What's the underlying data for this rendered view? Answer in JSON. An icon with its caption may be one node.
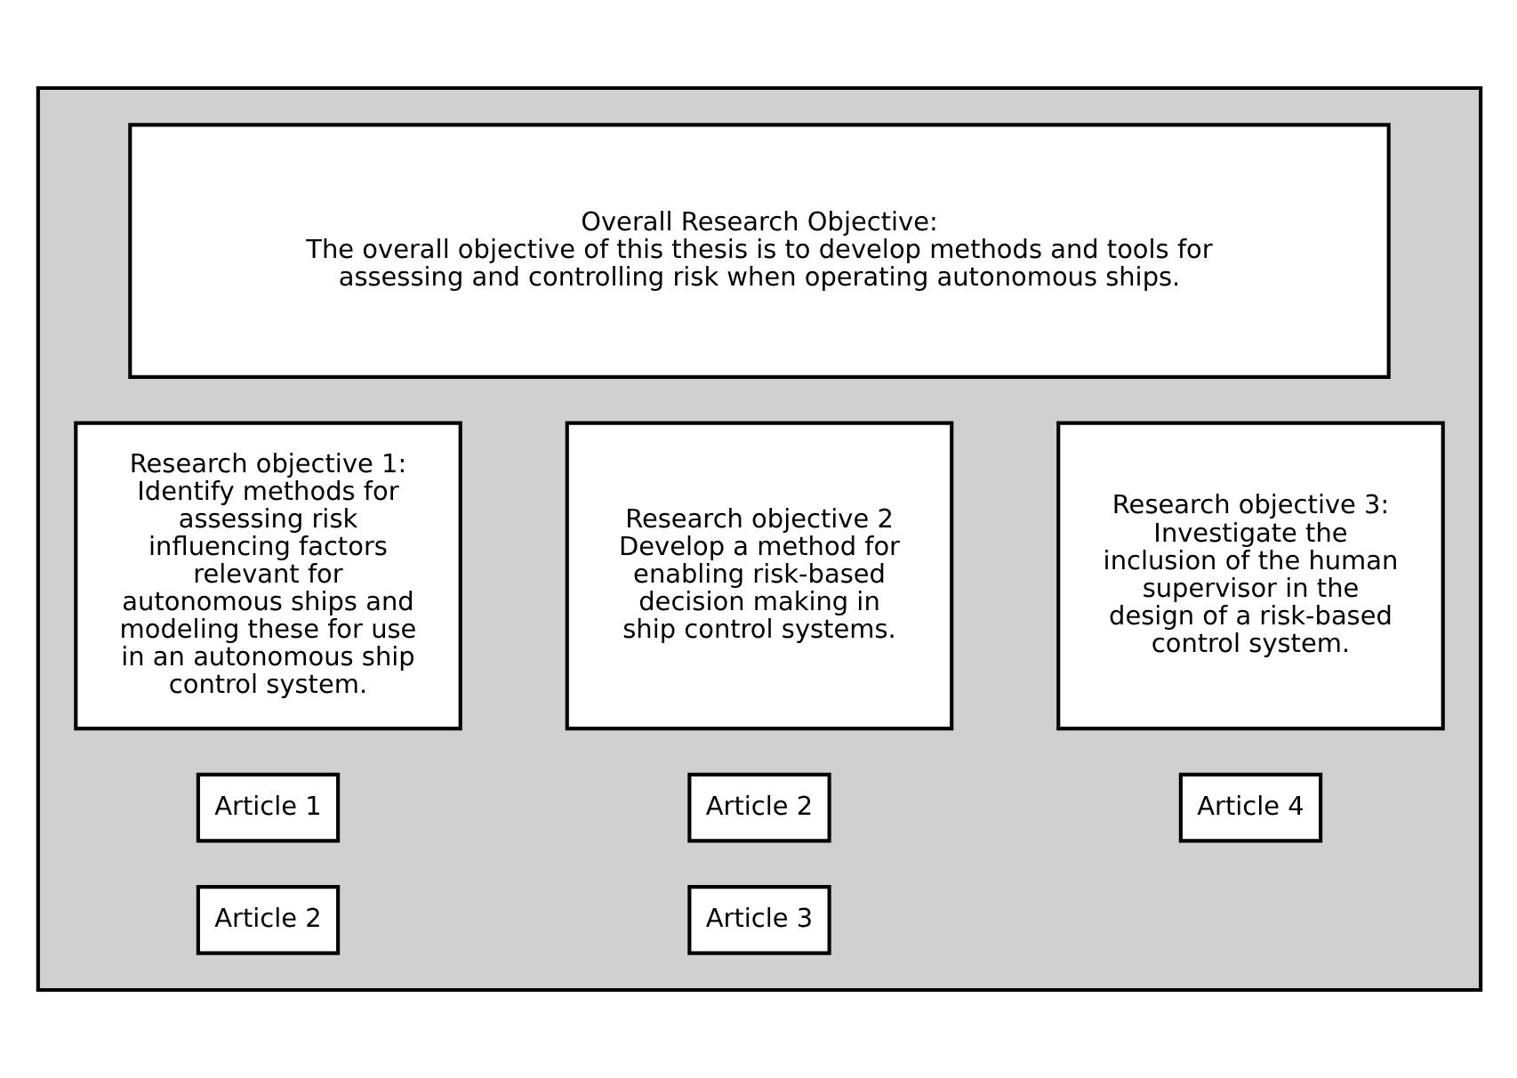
{
  "diagram": {
    "nodes": [
      {
        "text": [],
        "shape": "box"
      },
      {
        "text": [
          "Overall Research Objective:",
          "The overall objective of this thesis is to develop methods and tools for assessing and controlling risk when operating autonomous ships."
        ],
        "in": 0
      },
      {
        "text": [
          "Research objective 1:",
          "Identify methods for assessing risk influencing factors relevant for autonomous ships and modeling these for use in an autonomous ship control system."
        ],
        "in": 0
      },
      {
        "text": [
          "Research objective 2",
          "Develop a method for enabling risk-based decision making in ship control systems."
        ],
        "in": 0
      },
      {
        "text": [
          "Research objective 3:",
          "Investigate the inclusion of the human supervisor in the design of a risk-based control system."
        ],
        "in": 0
      },
      {
        "text": [
          "Article 1"
        ],
        "in": 0
      },
      {
        "text": [
          "Article 2"
        ],
        "in": 0
      },
      {
        "text": [
          "Article 2"
        ],
        "in": 0
      },
      {
        "text": [
          "Article 3"
        ],
        "in": 0
      },
      {
        "text": [
          "Article 4"
        ],
        "in": 0
      }
    ]
  }
}
